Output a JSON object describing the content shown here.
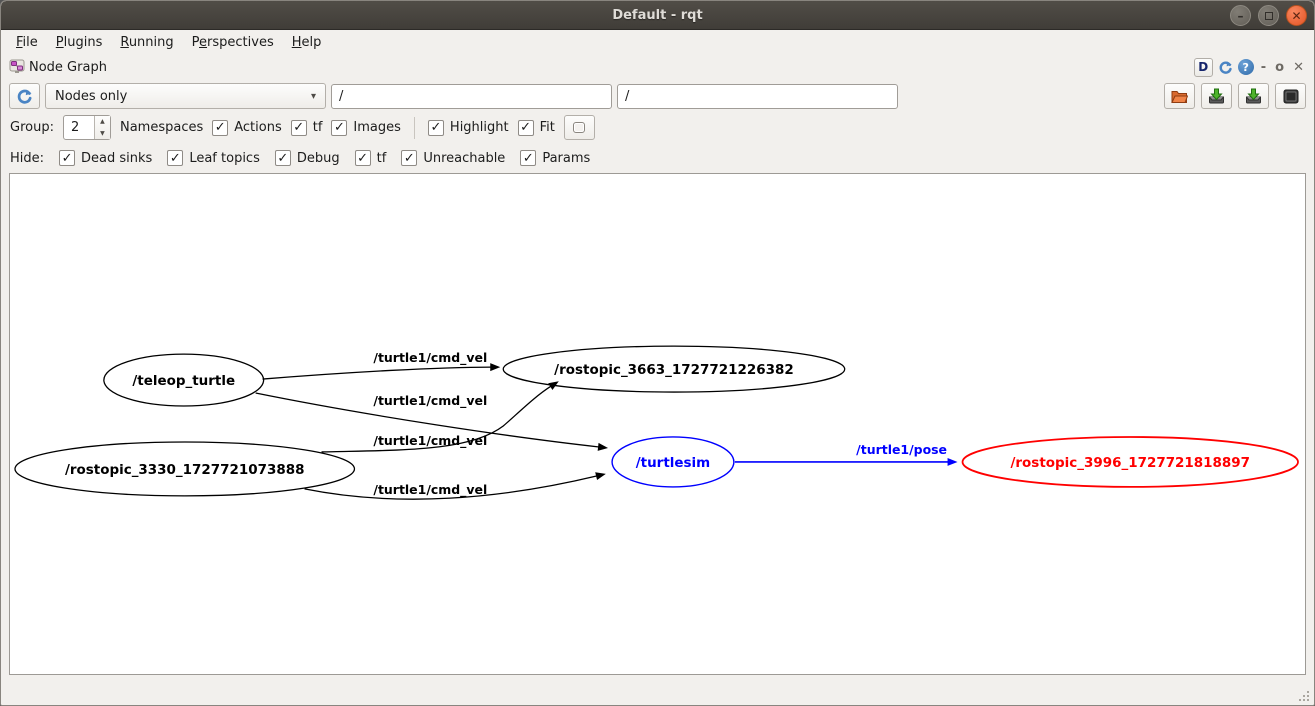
{
  "window": {
    "title": "Default - rqt",
    "controls": {
      "minimize": "–",
      "close": "✕"
    }
  },
  "menu": {
    "items": [
      {
        "pre": "",
        "key": "F",
        "post": "ile"
      },
      {
        "pre": "",
        "key": "P",
        "post": "lugins"
      },
      {
        "pre": "",
        "key": "R",
        "post": "unning"
      },
      {
        "pre": "P",
        "key": "e",
        "post": "rspectives"
      },
      {
        "pre": "",
        "key": "H",
        "post": "elp"
      }
    ]
  },
  "plugin_bar": {
    "title": "Node Graph",
    "buttons": {
      "detach": "D",
      "help": "?",
      "reduce": "-",
      "float": "o",
      "close": "✕"
    }
  },
  "toolbar": {
    "graph_type": {
      "selected": "Nodes only"
    },
    "node_filter": {
      "value": "/"
    },
    "topic_filter": {
      "value": "/"
    }
  },
  "icons": {
    "refresh": "blue-circular-arrow",
    "open": "orange-folder",
    "save_dot": "drive-green-down-arrow",
    "save_svg": "drive-green-down-arrow",
    "save_image": "dark-image-square",
    "fit_view": "rounded-square",
    "combo_arrow": "▾",
    "spin_up": "▲",
    "spin_down": "▼",
    "check": "✓"
  },
  "options_row": {
    "group_label": "Group:",
    "group_value": "2",
    "namespaces_label": "Namespaces",
    "checkboxes": [
      {
        "label": "Actions",
        "checked": true
      },
      {
        "label": "tf",
        "checked": true
      },
      {
        "label": "Images",
        "checked": true
      },
      {
        "label": "Highlight",
        "checked": true
      },
      {
        "label": "Fit",
        "checked": true
      }
    ]
  },
  "hide_row": {
    "label": "Hide:",
    "checkboxes": [
      {
        "label": "Dead sinks",
        "checked": true
      },
      {
        "label": "Leaf topics",
        "checked": true
      },
      {
        "label": "Debug",
        "checked": true
      },
      {
        "label": "tf",
        "checked": true
      },
      {
        "label": "Unreachable",
        "checked": true
      },
      {
        "label": "Params",
        "checked": true
      }
    ]
  },
  "graph": {
    "nodes": [
      {
        "id": "teleop_turtle",
        "label": "/teleop_turtle",
        "color": "#000000"
      },
      {
        "id": "rostopic_3330",
        "label": "/rostopic_3330_1727721073888",
        "color": "#000000"
      },
      {
        "id": "rostopic_3663",
        "label": "/rostopic_3663_1727721226382",
        "color": "#000000"
      },
      {
        "id": "turtlesim",
        "label": "/turtlesim",
        "color": "#0000ff"
      },
      {
        "id": "rostopic_3996",
        "label": "/rostopic_3996_1727721818897",
        "color": "#ff0000"
      }
    ],
    "edges": [
      {
        "from": "/teleop_turtle",
        "to": "/rostopic_3663_1727721226382",
        "label": "/turtle1/cmd_vel",
        "color": "#000000"
      },
      {
        "from": "/teleop_turtle",
        "to": "/turtlesim",
        "label": "/turtle1/cmd_vel",
        "color": "#000000"
      },
      {
        "from": "/rostopic_3330_1727721073888",
        "to": "/rostopic_3663_1727721226382",
        "label": "/turtle1/cmd_vel",
        "color": "#000000"
      },
      {
        "from": "/rostopic_3330_1727721073888",
        "to": "/turtlesim",
        "label": "/turtle1/cmd_vel",
        "color": "#000000"
      },
      {
        "from": "/turtlesim",
        "to": "/rostopic_3996_1727721818897",
        "label": "/turtle1/pose",
        "color": "#0000ff"
      }
    ]
  }
}
